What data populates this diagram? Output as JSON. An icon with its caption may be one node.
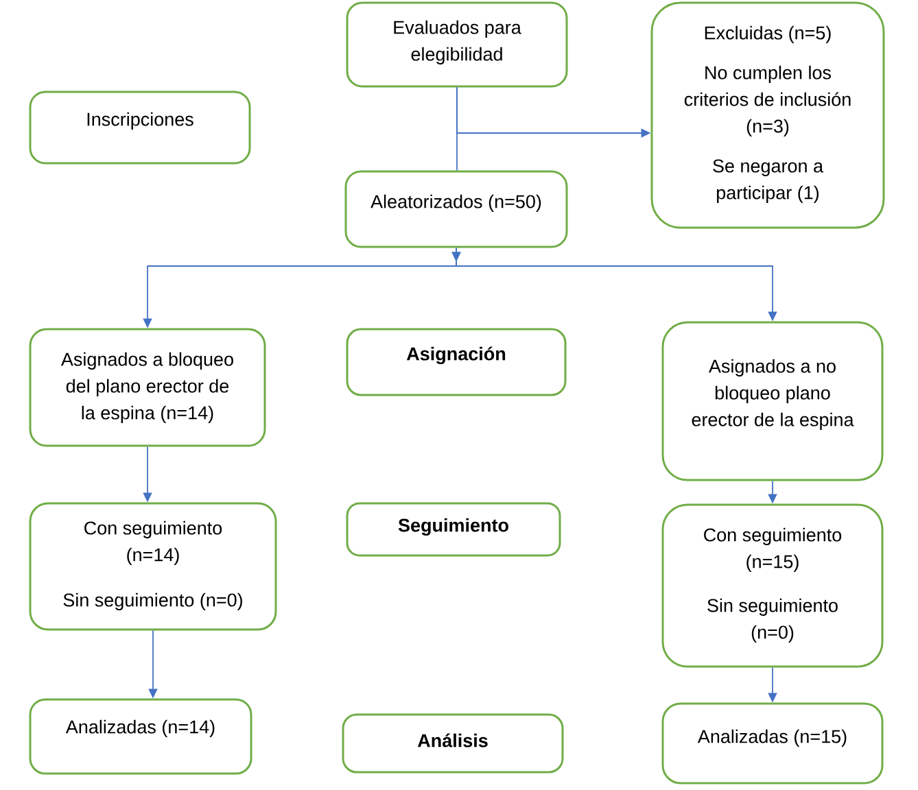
{
  "diagram": {
    "nodes": [
      {
        "text": [
          "Inscripciones"
        ]
      },
      {
        "text": [
          "Evaluados para elegibilidad"
        ]
      },
      {
        "text": [
          "Excluidas (n=5)",
          "No cumplen los criterios de inclusión (n=3)",
          "Se negaron a participar (1)"
        ]
      },
      {
        "text": [
          "Aleatorizados (n=50)"
        ]
      },
      {
        "text": [
          "Asignados a bloqueo del plano erector de la espina (n=14)"
        ]
      },
      {
        "text": [
          "Asignación"
        ]
      },
      {
        "text": [
          "Asignados a no bloqueo plano erector de la espina"
        ]
      },
      {
        "text": [
          "Con seguimiento (n=14)",
          "Sin seguimiento (n=0)"
        ]
      },
      {
        "text": [
          "Seguimiento"
        ]
      },
      {
        "text": [
          "Con seguimiento (n=15)",
          "Sin seguimiento (n=0)"
        ]
      },
      {
        "text": [
          "Analizadas (n=14)"
        ]
      },
      {
        "text": [
          "Análisis"
        ]
      },
      {
        "text": [
          "Analizadas (n=15)"
        ]
      }
    ],
    "edges": [
      {
        "from": 1,
        "to": 3,
        "arrow": "none"
      },
      {
        "from": 1,
        "to": 2,
        "arrow": "to"
      },
      {
        "from": 3,
        "to": 4,
        "arrow": "to"
      },
      {
        "from": 3,
        "to": 6,
        "arrow": "to"
      },
      {
        "from": 4,
        "to": 7,
        "arrow": "to"
      },
      {
        "from": 6,
        "to": 9,
        "arrow": "to"
      },
      {
        "from": 7,
        "to": 10,
        "arrow": "to"
      },
      {
        "from": 9,
        "to": 12,
        "arrow": "to"
      }
    ]
  }
}
